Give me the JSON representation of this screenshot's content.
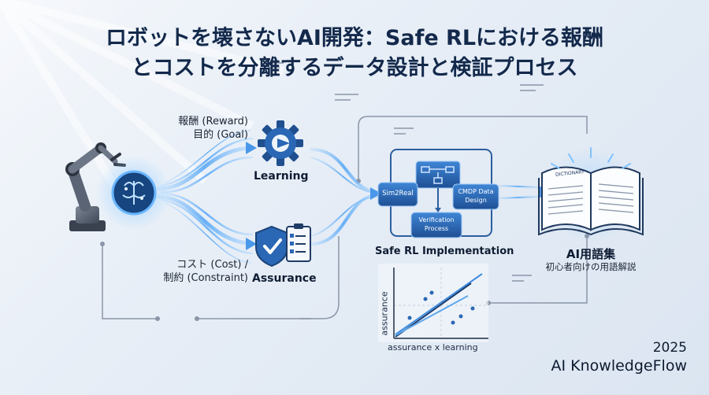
{
  "title": {
    "line1": "ロボットを壊さないAI開発：Safe RLにおける報酬",
    "line2": "とコストを分離するデータ設計と検証プロセス"
  },
  "reward": {
    "line1": "報酬 (Reward)",
    "line2": "目的 (Goal)"
  },
  "cost": {
    "line1": "コスト (Cost) /",
    "line2": "制約 (Constraint)"
  },
  "learning_label": "Learning",
  "assurance_label": "Assurance",
  "process": {
    "sim2real": "Sim2Real",
    "cmdp": [
      "CMDP Data",
      "Design"
    ],
    "verification": [
      "Verification",
      "Process"
    ],
    "caption": "Safe RL Implementation"
  },
  "plot": {
    "ylabel": "assurance",
    "xlabel": "assurance x learning"
  },
  "glossary": {
    "book_text": "DICTIONARY",
    "title": "AI用語集",
    "subtitle": "初心者向けの用語解説"
  },
  "brand": {
    "year": "2025",
    "name": "AI KnowledgeFlow"
  },
  "colors": {
    "navy": "#13294b",
    "accent": "#2f7de1",
    "glow": "#7fc3ff"
  },
  "icons": [
    "robot-arm-icon",
    "brain-icon",
    "gear-icon",
    "shield-check-icon",
    "clipboard-icon",
    "book-icon"
  ]
}
